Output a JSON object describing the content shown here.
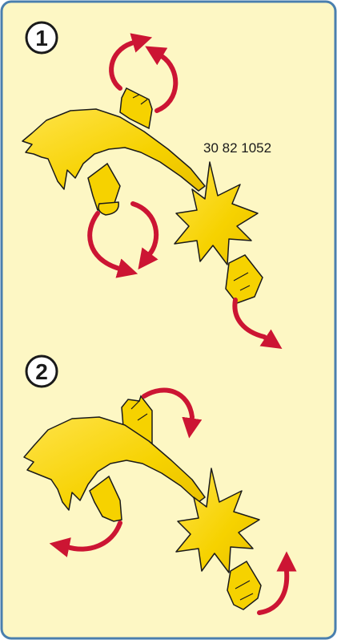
{
  "panel": {
    "background": "#fdf7c4",
    "border_color": "#4a7fae"
  },
  "colors": {
    "star_fill": "#f6d200",
    "star_stroke": "#1a1a1a",
    "arrow": "#cc1533"
  },
  "part_number": "30 82 1052",
  "steps": [
    {
      "label": "1"
    },
    {
      "label": "2"
    }
  ]
}
